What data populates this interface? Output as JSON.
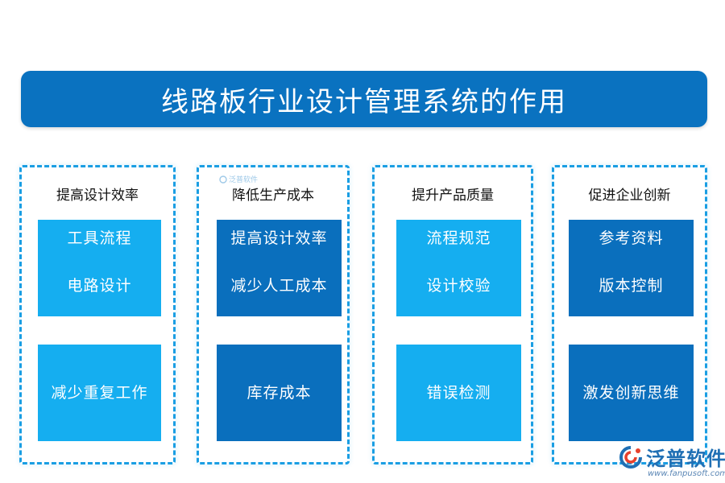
{
  "title": "线路板行业设计管理系统的作用",
  "columns": [
    {
      "title": "提高设计效率",
      "boxes": [
        [
          "工具流程",
          "电路设计"
        ],
        [
          "减少重复工作"
        ]
      ]
    },
    {
      "title": "降低生产成本",
      "boxes": [
        [
          "提高设计效率",
          "减少人工成本"
        ],
        [
          "库存成本"
        ]
      ]
    },
    {
      "title": "提升产品质量",
      "boxes": [
        [
          "流程规范",
          "设计校验"
        ],
        [
          "错误检测"
        ]
      ]
    },
    {
      "title": "促进企业创新",
      "boxes": [
        [
          "参考资料",
          "版本控制"
        ],
        [
          "激发创新思维"
        ]
      ]
    }
  ],
  "watermark": {
    "small_text": "泛普软件",
    "logo_name": "泛普软件",
    "logo_url": "www.fanpusoft.com"
  },
  "colors": {
    "title_bar": "#0a72c0",
    "box_light": "#15aef0",
    "box_dark": "#0a6fbd",
    "dashed_border": "#1a9ee3"
  }
}
